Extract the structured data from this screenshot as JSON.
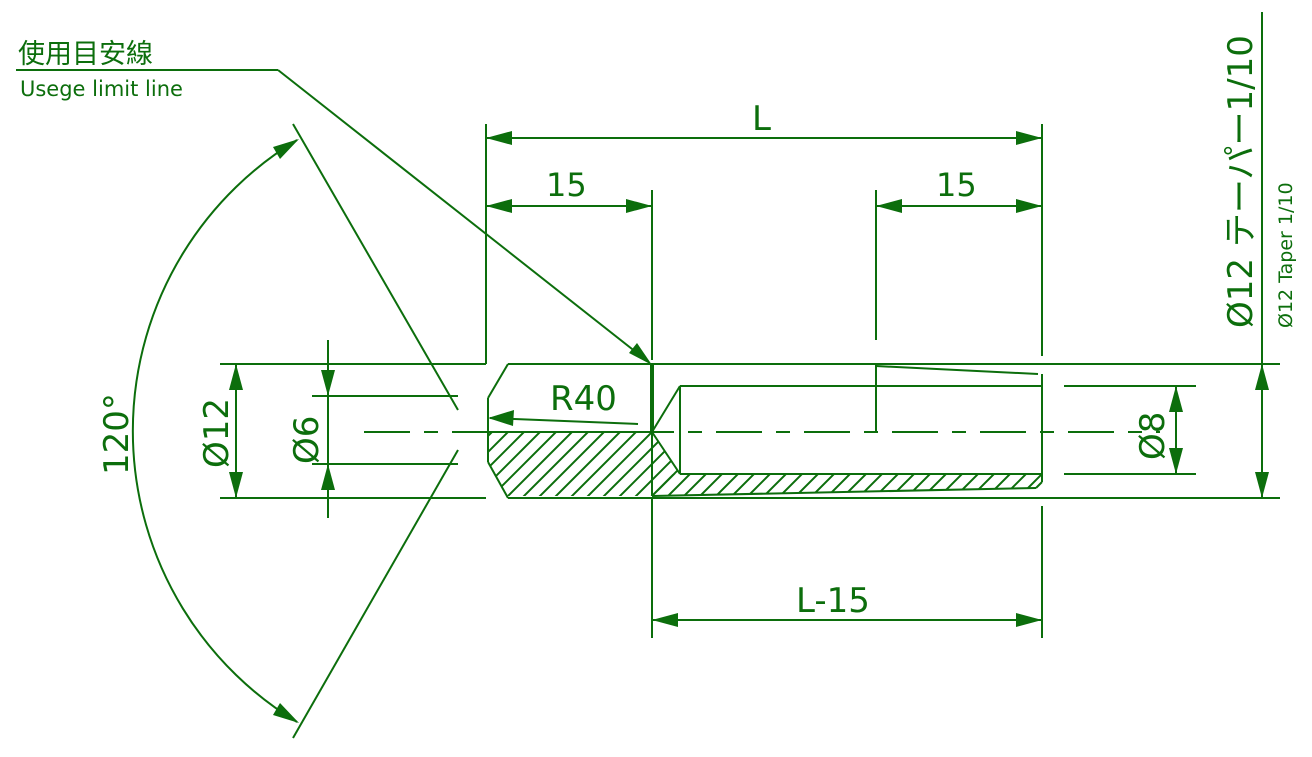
{
  "labels": {
    "usage_limit_jp": "使用目安線",
    "usage_limit_en": "Usege limit line",
    "length": "L",
    "left_15": "15",
    "right_15": "15",
    "length_minus_15": "L-15",
    "radius": "R40",
    "angle": "120°",
    "dia_12_left": "Ø12",
    "dia_6": "Ø6",
    "dia_8": "Ø8",
    "taper_jp": "Ø12 テーパー1/10",
    "taper_en": "Ø12 Taper 1/10"
  },
  "colors": {
    "line": "#0c6e0c",
    "background": "#ffffff"
  }
}
